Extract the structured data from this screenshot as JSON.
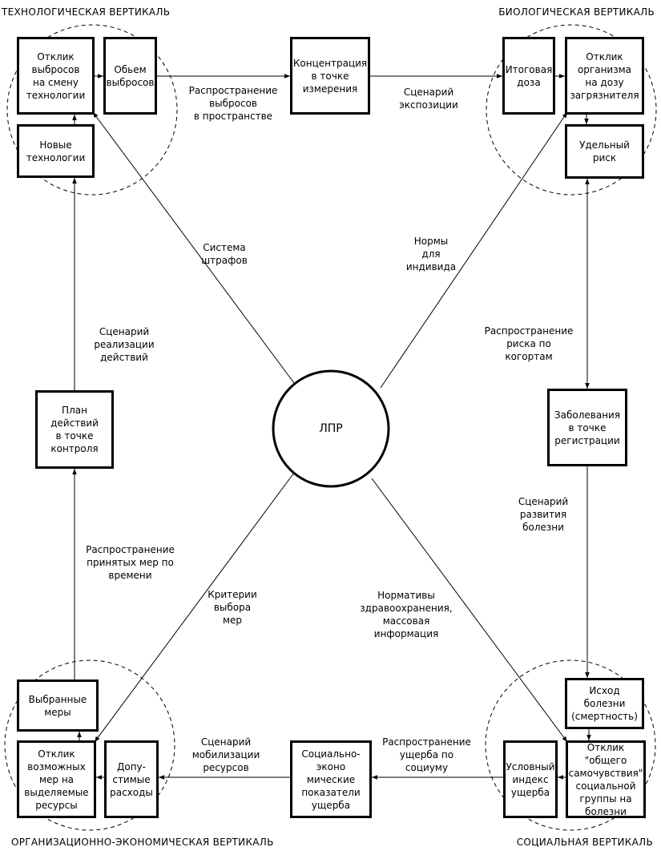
{
  "corners": {
    "tech": "ТЕХНОЛОГИЧЕСКАЯ ВЕРТИКАЛЬ",
    "bio": "БИОЛОГИЧЕСКАЯ ВЕРТИКАЛЬ",
    "org": "ОРГАНИЗАЦИОННО-ЭКОНОМИЧЕСКАЯ ВЕРТИКАЛЬ",
    "social": "СОЦИАЛЬНАЯ ВЕРТИКАЛЬ"
  },
  "center": "ЛПР",
  "boxes": {
    "emission_response": "Отклик\nвыбросов\nна смену\nтехнологии",
    "emission_volume": "Обьем\nвыбросов",
    "concentration": "Концентрация\nв точке\nизмерения",
    "total_dose": "Итоговая\nдоза",
    "organism_response": "Отклик\nорганизма\nна дозу\nзагрязнителя",
    "new_tech": "Новые\nтехнологии",
    "specific_risk": "Удельный\nриск",
    "action_plan": "План\nдействий\nв точке\nконтроля",
    "diseases": "Заболевания\nв точке\nрегистрации",
    "disease_outcome": "Исход болезни\n(смертность)",
    "chosen_measures": "Выбранные\nмеры",
    "measures_response": "Отклик\nвозможных\nмер на\nвыделяемые\nресурсы",
    "allowed_costs": "Допу-\nстимые\nрасходы",
    "socioeconomic": "Социально-\nэконо\nмические\nпоказатели\nущерба",
    "damage_index": "Условный\nиндекс\nущерба",
    "wellbeing_response": "Отклик\n\"общего\nсамочувствия\"\nсоциальной\nгруппы на\nболезни"
  },
  "labels": {
    "spread_emissions": "Распространение\nвыбросов\nв пространстве",
    "exposure": "Сценарий\nэкспозиции",
    "penalties": "Система\nштрафов",
    "norms": "Нормы\nдля\nиндивида",
    "action_scenario": "Сценарий\nреализации\nдействий",
    "risk_spread": "Распространение\nриска по\nкогортам",
    "disease_scenario": "Сценарий\nразвития\nболезни",
    "measures_spread": "Распространение\nпринятых мер по\nвремени",
    "criteria": "Критерии\nвыбора\nмер",
    "health_norms": "Нормативы\nздравоохранения,\nмассовая\nинформация",
    "mobilization": "Сценарий\nмобилизации\nресурсов",
    "damage_spread": "Распространение\nущерба по\nсоциуму"
  }
}
